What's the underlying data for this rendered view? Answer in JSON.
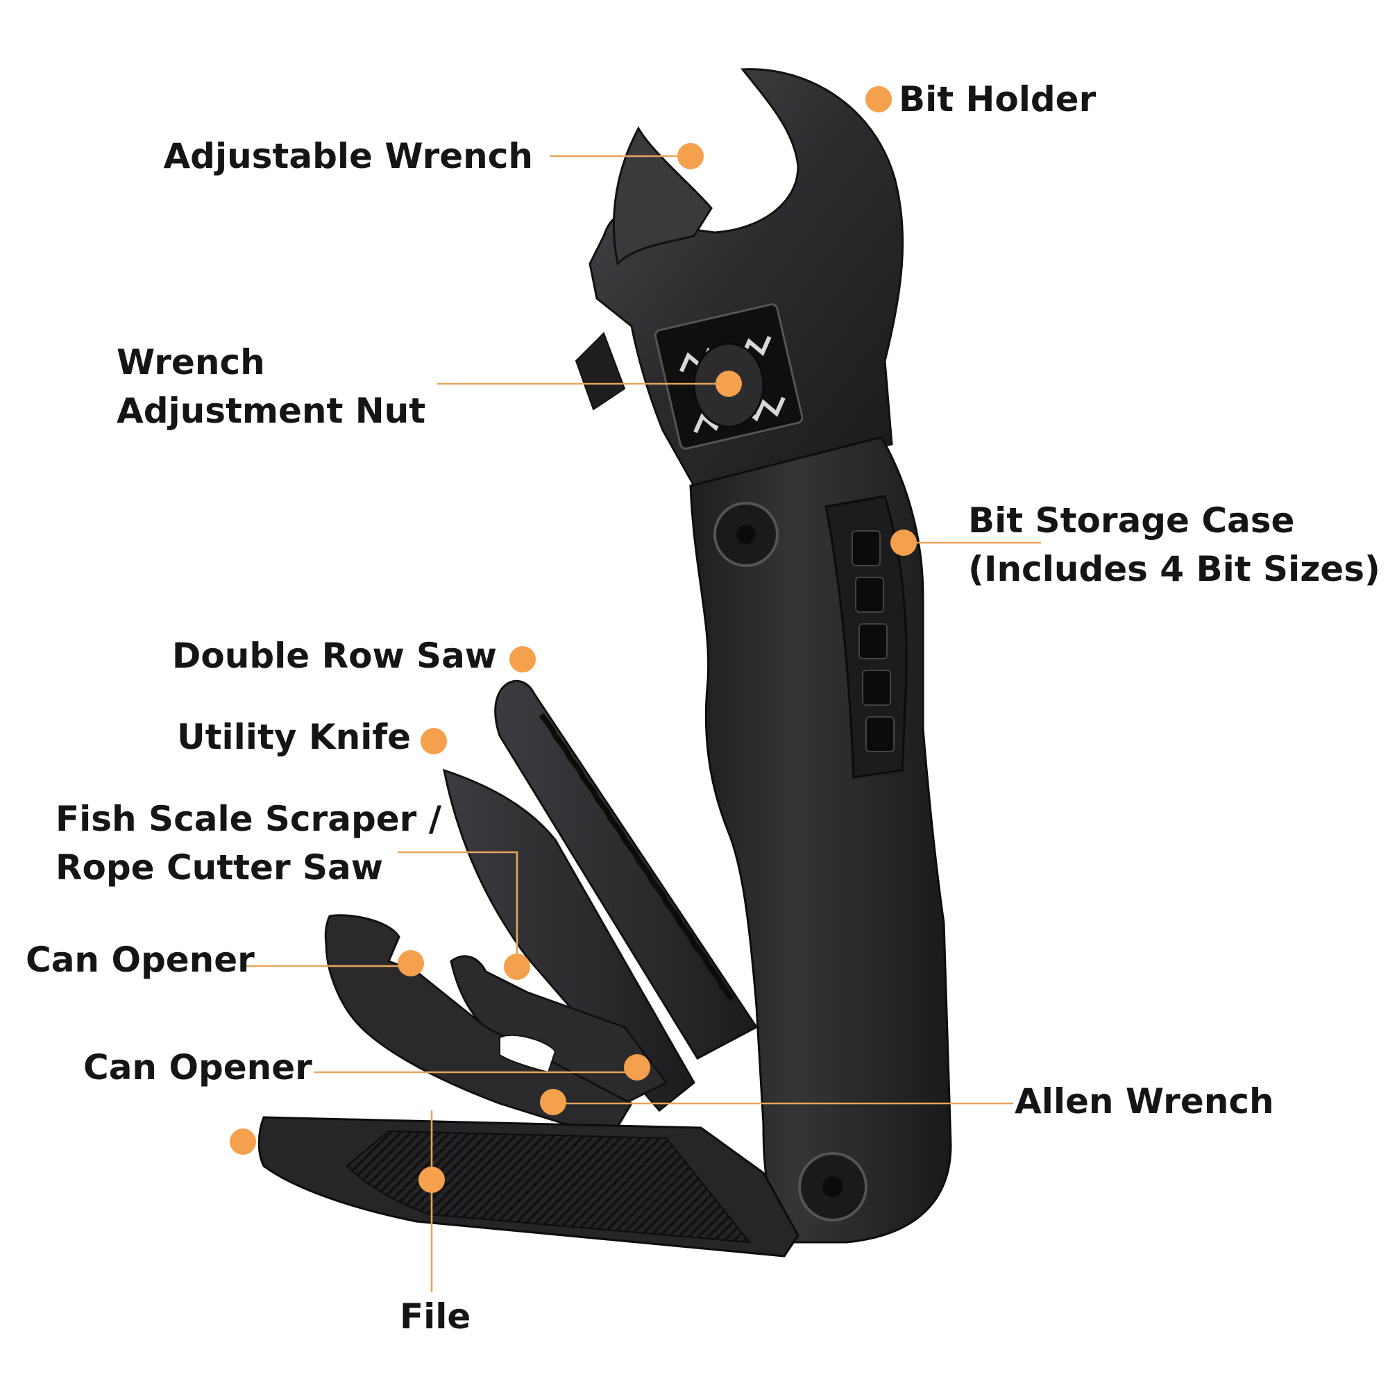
{
  "colors": {
    "dot": "#f5a04c",
    "leader": "#e9a35a",
    "tool": "#2a2a2c",
    "text": "#151515",
    "background": "#ffffff"
  },
  "labels": {
    "bit_holder": "Bit Holder",
    "adjustable_wrench": "Adjustable Wrench",
    "adjustment_nut_line1": "Wrench",
    "adjustment_nut_line2": "Adjustment Nut",
    "bit_storage_line1": "Bit Storage Case",
    "bit_storage_line2": "(Includes 4 Bit Sizes)",
    "double_row_saw": "Double Row Saw",
    "utility_knife": "Utility Knife",
    "fish_scale_line1": "Fish Scale Scraper /",
    "fish_scale_line2": "Rope Cutter Saw",
    "can_opener_upper": "Can Opener",
    "can_opener_lower": "Can Opener",
    "allen_wrench": "Allen Wrench",
    "file": "File"
  }
}
